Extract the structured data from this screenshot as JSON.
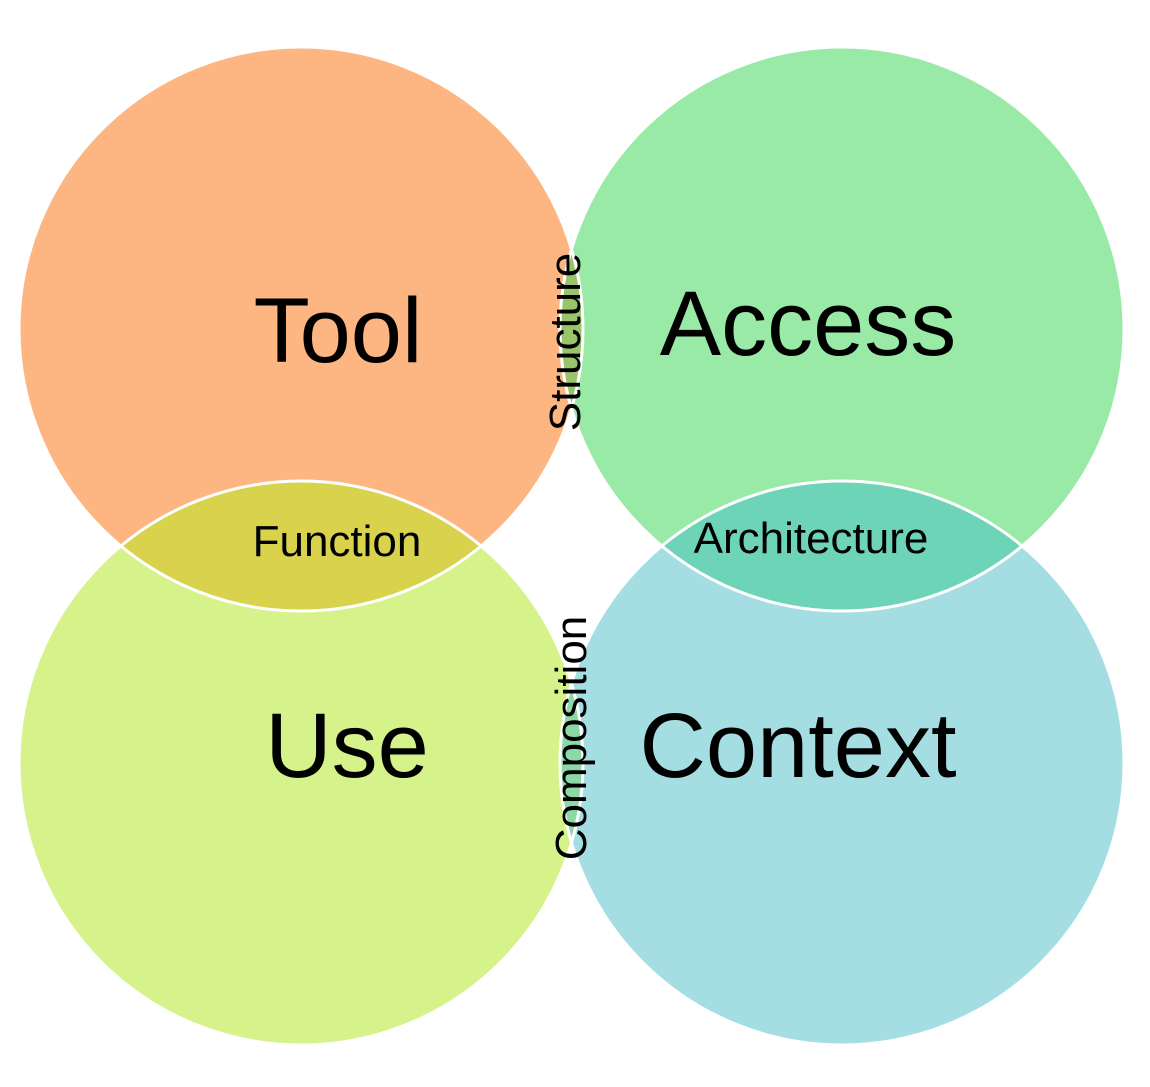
{
  "diagram": {
    "circles": [
      {
        "id": "tool",
        "label": "Tool",
        "color": "#FDB582"
      },
      {
        "id": "access",
        "label": "Access",
        "color": "#99E9A7"
      },
      {
        "id": "use",
        "label": "Use",
        "color": "#D5F38A"
      },
      {
        "id": "context",
        "label": "Context",
        "color": "#A5DEE2"
      }
    ],
    "overlaps": [
      {
        "id": "structure",
        "label": "Structure",
        "between": [
          "Tool",
          "Access"
        ],
        "color": "#99C46A"
      },
      {
        "id": "function",
        "label": "Function",
        "between": [
          "Tool",
          "Use"
        ],
        "color": "#D9D24D"
      },
      {
        "id": "architecture",
        "label": "Architecture",
        "between": [
          "Access",
          "Context"
        ],
        "color": "#6DD4B8"
      },
      {
        "id": "composition",
        "label": "Composition",
        "between": [
          "Use",
          "Context"
        ],
        "color": "#8CD9A5"
      }
    ],
    "outline_color": "#FFFFFF"
  }
}
